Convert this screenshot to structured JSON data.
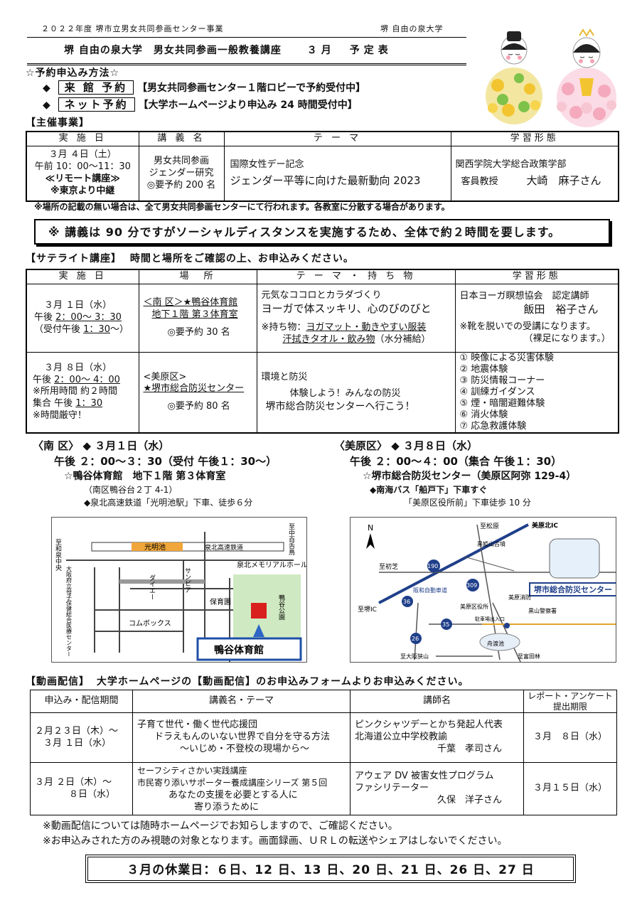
{
  "header": {
    "org_line": "２０２２年度 堺市立男女共同参画センター事業",
    "univ": "堺 自由の泉大学",
    "title_left": "堺 自由の泉大学　男女共同参画一般教養講座",
    "title_right": "３月　予定表"
  },
  "reservation": {
    "heading": "☆予約申込み方法☆",
    "items": [
      {
        "bullet": "◆",
        "label": "来 館 予約",
        "text": "【男女共同参画センター１階ロビーで予約受付中】"
      },
      {
        "bullet": "◆",
        "label": "ネット予約",
        "text": "【大学ホームページより申込み 24 時間受付中】"
      }
    ]
  },
  "main_event": {
    "heading": "【主催事業】",
    "headers": [
      "実 施 日",
      "講 義 名",
      "テ ー マ",
      "学習形態"
    ],
    "row": {
      "date": "３月 ４日（土）",
      "time": "午前 10：00～11：30",
      "remote": "≪リモート講座≫",
      "remote_note": "※東京より中継",
      "lecture": [
        "男女共同参画",
        "ジェンダー研究",
        "◎要予約 200 名"
      ],
      "theme_1": "国際女性デー記念",
      "theme_2": "ジェンダー平等に向けた最新動向 2023",
      "inst_1": "関西学院大学総合政策学部",
      "inst_2": "客員教授",
      "inst_name": "大崎　麻子さん"
    },
    "note": "※場所の記載の無い場合は、全て男女共同参画センターにて行われます。各教室に分散する場合があります。"
  },
  "banner": "※ 講義は 90 分ですがソーシャルディスタンスを実施するため、全体で約２時間を要します。",
  "satellite": {
    "heading": "【サテライト講座】",
    "subheading": "時間と場所をご確認の上、お申込みください。",
    "headers": [
      "実 施 日",
      "場　所",
      "テ ー マ ・ 持 ち 物",
      "学習形態"
    ],
    "rows": [
      {
        "date": "３月 １日（水）",
        "time_pre": "午後",
        "time": "2：00～ 3：30",
        "reception_pre": "（受付午後",
        "reception": "1：30",
        "reception_post": "～）",
        "place_1": "＜南 区＞★鴨谷体育館",
        "place_2": "地下１階 第３体育室",
        "cap": "◎要予約 30 名",
        "theme_1": "元気なココロとカラダづくり",
        "theme_2": "ヨーガで体スッキリ、心のびのびと",
        "items_pre": "※持ち物：",
        "items_1": "ヨガマット・動きやすい服装",
        "items_2": "汗拭きタオル・飲み物",
        "items_post": "（水分補給）",
        "inst_1": "日本ヨーガ瞑想協会　認定講師",
        "inst_name": "飯田　裕子さん",
        "inst_note_1": "※靴を脱いでの受講になります。",
        "inst_note_2": "（裸足になります。）"
      },
      {
        "date": "３月 ８日（水）",
        "time_pre": "午後",
        "time": "2：00～ 4：00",
        "dur": "※所用時間 約２時間",
        "meet_pre": "集合 午後",
        "meet": "1：30",
        "strict": "※時間厳守！",
        "place_1": "<美原区>",
        "place_2": "★堺市総合防災センター",
        "cap": "◎要予約 80 名",
        "theme_1": "環境と防災",
        "theme_2": "体験しよう！みんなの防災",
        "theme_3": "堺市総合防災センターへ行こう！",
        "list": [
          "① 映像による災害体験",
          "② 地震体験",
          "③ 防災情報コーナー",
          "④ 訓練ガイダンス",
          "⑤ 煙・暗闇避難体験",
          "⑥ 消火体験",
          "⑦ 応急救護体験"
        ]
      }
    ]
  },
  "access": {
    "left": {
      "area": "〈南 区〉",
      "date": "◆ ３月１日（水）",
      "time": "午後 ２：00～３：30（受付 午後１：30～）",
      "place": "☆鴨谷体育館　地下１階 第３体育室",
      "addr": "（南区鴨谷台２丁 4-1）",
      "route": "◆泉北高速鉄道「光明池駅」下車、徒歩６分"
    },
    "right": {
      "area": "〈美原区〉",
      "date": "◆ ３月８日（水）",
      "time": "午後 ２：00～４：00（集合 午後１：30）",
      "place": "☆堺市総合防災センター（美原区阿弥 129-4）",
      "route1": "◆南海バス「船戸下」下車すぐ",
      "route2": "「美原区役所前」下車徒歩 10 分"
    }
  },
  "map_left": {
    "labels": {
      "station": "光明池",
      "railway": "泉北高速鉄道",
      "left_road": "至和泉中央",
      "right_road": "至中百舌鳥",
      "hospital": "大阪府立母子保健総合医療センター",
      "sanpia": "サンピア",
      "daiei": "ダイエー",
      "hoikuen": "保育園",
      "comm": "コムボックス",
      "memorial": "泉北メモリアルホール",
      "park": "鴨谷公園",
      "gym": "鴨谷体育館"
    }
  },
  "map_right": {
    "labels": {
      "north": "N",
      "matsubara": "至松原",
      "mihara_ic": "美原北IC",
      "kurohime": "黒姫山古墳",
      "hatsushiba": "至初芝",
      "r190": "190",
      "expressway": "阪和自動車道",
      "r309": "309",
      "sakai_ic": "至堺IC",
      "r36": "36",
      "ward_office": "美原区役所",
      "police": "黒山警察署",
      "r35": "35",
      "entrance": "駐車場出入口",
      "pond": "舟渡池",
      "r26": "26",
      "osakasayama": "至大阪狭山",
      "tondabayashi": "至富田林",
      "center_sign": "堺市総合防災センター",
      "mihara_label": "美原消防"
    }
  },
  "video": {
    "heading": "【動画配信】",
    "subheading": "大学ホームページの【動画配信】のお申込みフォームよりお申込みください。",
    "headers": [
      "申込み・配信期間",
      "講義名・テーマ",
      "講師名",
      "レポート・アンケート",
      "提出期限"
    ],
    "rows": [
      {
        "period_1": "２月２３日（木）～",
        "period_2": "３月 １日（水）",
        "t1": "子育て世代・働く世代応援団",
        "t2": "ドラえもんのいない世界で自分を守る方法",
        "t3": "～いじめ・不登校の現場から～",
        "i1": "ピンクシャツデーとかち発起人代表",
        "i2": "北海道公立中学校教諭",
        "i3": "千葉　孝司さん",
        "deadline": "３月　８日（水）"
      },
      {
        "period_1": "３月 ２日（木）～",
        "period_2": "８日（水）",
        "t1": "セーフシティさかい実践講座",
        "t2": "市民寄り添いサポーター養成講座シリーズ 第５回",
        "t3": "あなたの支援を必要とする人に",
        "t4": "寄り添うために",
        "i1": "アウェア DV 被害女性プログラム",
        "i2": "ファシリテーター",
        "i3": "久保　洋子さん",
        "deadline": "３月１５日（水）"
      }
    ],
    "note1": "※動画配信については随時ホームページでお知らしますので、ご確認ください。",
    "note2": "※お申込みされた方のみ視聴の対象となります。画面録画、ＵＲＬの転送やシェアはしないでください。"
  },
  "closed_days": "３月の休業日：６日、12 日、13 日、20 日、21 日、26 日、27 日"
}
